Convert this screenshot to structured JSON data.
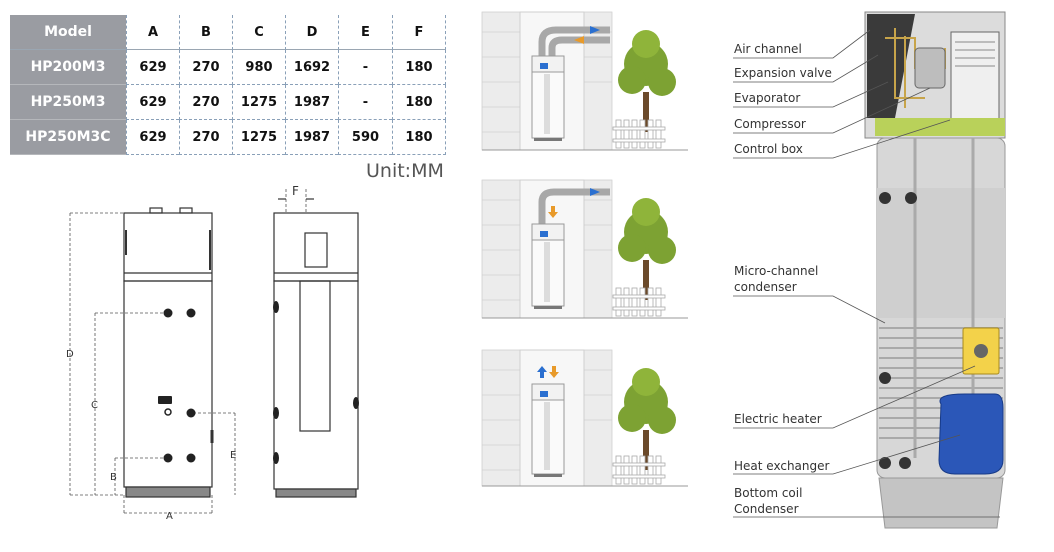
{
  "table": {
    "headers": [
      "Model",
      "A",
      "B",
      "C",
      "D",
      "E",
      "F"
    ],
    "rows": [
      {
        "model": "HP200M3",
        "values": [
          "629",
          "270",
          "980",
          "1692",
          "-",
          "180"
        ]
      },
      {
        "model": "HP250M3",
        "values": [
          "629",
          "270",
          "1275",
          "1987",
          "-",
          "180"
        ]
      },
      {
        "model": "HP250M3C",
        "values": [
          "629",
          "270",
          "1275",
          "1987",
          "590",
          "180"
        ]
      }
    ],
    "unit": "Unit:MM"
  },
  "dimension_labels": {
    "a": "A",
    "b": "B",
    "c": "C",
    "d": "D",
    "e": "E",
    "f": "F"
  },
  "callouts": {
    "air_channel": "Air channel",
    "expansion_valve": "Expansion valve",
    "evaporator": "Evaporator",
    "compressor": "Compressor",
    "control_box": "Control box",
    "micro_channel_1": "Micro-channel",
    "micro_channel_2": "condenser",
    "electric_heater": "Electric heater",
    "heat_exchanger": "Heat exchanger",
    "bottom_coil_1": "Bottom coil",
    "bottom_coil_2": "Condenser"
  },
  "colors": {
    "header_gray": "#9a9ca2",
    "duct_gray": "#a8a8a8",
    "arrow_blue": "#2a6fd0",
    "arrow_orange": "#e89a2a",
    "tree_green": "#7da233",
    "top_green": "#b9d15a",
    "heater_yellow": "#f3d24a",
    "exchanger_blue": "#2b57b8"
  },
  "icons": [
    "heat-pump-unit-icon",
    "tree-icon",
    "fence-icon",
    "brick-wall-icon"
  ]
}
